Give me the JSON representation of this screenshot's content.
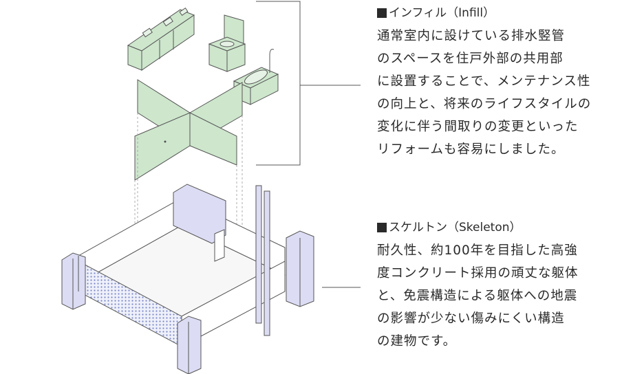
{
  "infill": {
    "heading": "インフィル（Infill）",
    "lines": [
      "通常室内に設けている排水竪管",
      "のスペースを住戸外部の共用部",
      "に設置することで、メンテナンス性",
      "の向上と、将来のライフスタイルの",
      "変化に伴う間取りの変更といった",
      "リフォームも容易にしました。"
    ]
  },
  "skeleton": {
    "heading": "スケルトン（Skeleton）",
    "lines": [
      "耐久性、約100年を目指した高強",
      "度コンクリート採用の頑丈な躯体",
      "と、免震構造による躯体への地震",
      "の影響が少ない傷みにくい構造",
      "の建物です。"
    ]
  },
  "colors": {
    "infill_green": "#cde6cc",
    "pillar_lavender": "#dcdcf4",
    "dot_blue": "#7a86c8",
    "line": "#555555"
  }
}
